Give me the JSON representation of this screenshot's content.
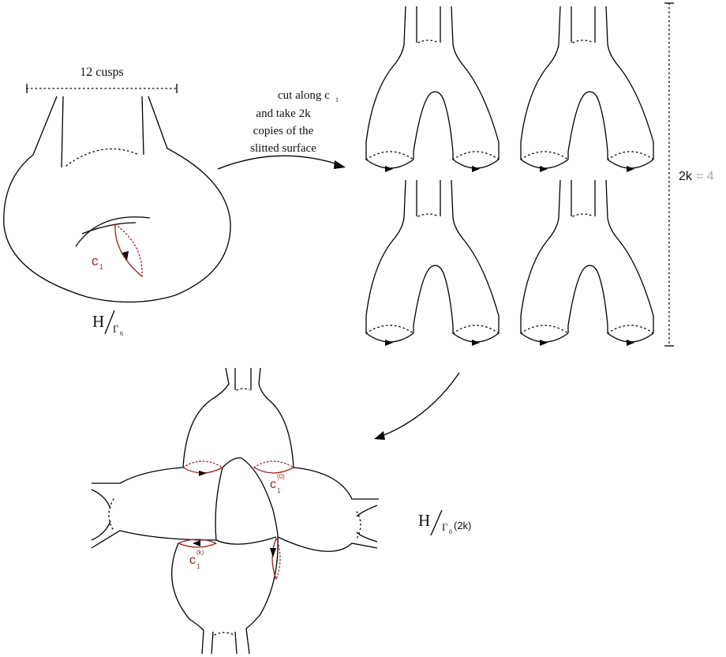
{
  "top_left": {
    "cusps_label": "12 cusps",
    "curve_label": "c",
    "curve_sub": "1",
    "quotient_H": "H",
    "quotient_group": "Γ",
    "quotient_sub": "6"
  },
  "arrow_label": {
    "line1_a": "cut along c",
    "line1_sub": "1",
    "line2": "and take 2k",
    "line3": "copies of the",
    "line4": "slitted surface"
  },
  "copies": {
    "count_label_a": "2k",
    "count_label_b": "= 4"
  },
  "bottom": {
    "curve0_label": "c",
    "curve0_sub": "1",
    "curve0_sup": "(0)",
    "curvek_label": "c",
    "curvek_sub": "1",
    "curvek_sup": "(k)",
    "quotient_H": "H",
    "quotient_group": "Γ",
    "quotient_sub": "6",
    "quotient_tail": "(2k)"
  },
  "colors": {
    "curve": "#a01e1e",
    "muted": "#a8a8a8",
    "line": "#000000"
  }
}
